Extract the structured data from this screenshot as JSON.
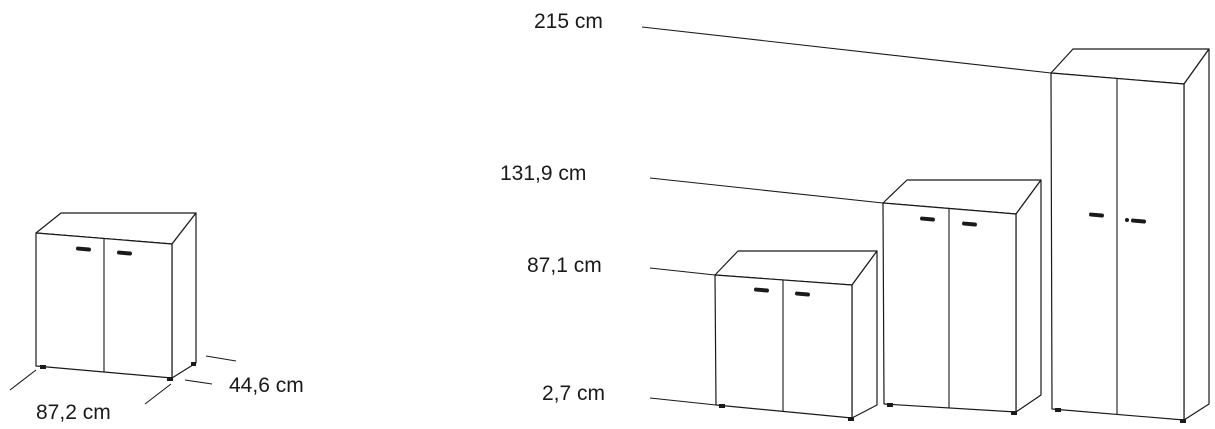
{
  "left_cabinet": {
    "width_label": "87,2 cm",
    "depth_label": "44,6 cm"
  },
  "height_scale": {
    "labels": [
      "215 cm",
      "131,9 cm",
      "87,1 cm",
      "2,7 cm"
    ]
  }
}
